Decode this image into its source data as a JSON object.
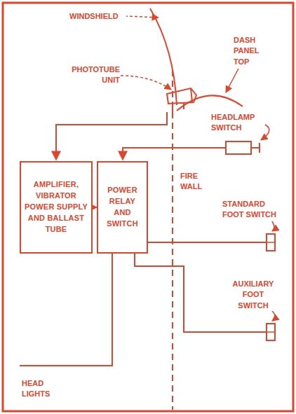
{
  "diagram": {
    "nodes": [
      {
        "text": [
          "AMPLIFIER, VIBRATOR POWER SUPPLY AND BALLAST TUBE"
        ]
      },
      {
        "text": [
          "POWER RELAY AND SWITCH"
        ]
      }
    ],
    "edges": [
      {
        "from": 0,
        "to": 1,
        "arrow": "to"
      }
    ],
    "labels": [
      "WINDSHIELD",
      "PHOTOTUBE UNIT",
      "DASH PANEL TOP",
      "HEADLAMP SWITCH",
      "FIRE WALL",
      "STANDARD FOOT SWITCH",
      "AUXILIARY FOOT SWITCH",
      "HEAD LIGHTS"
    ]
  }
}
